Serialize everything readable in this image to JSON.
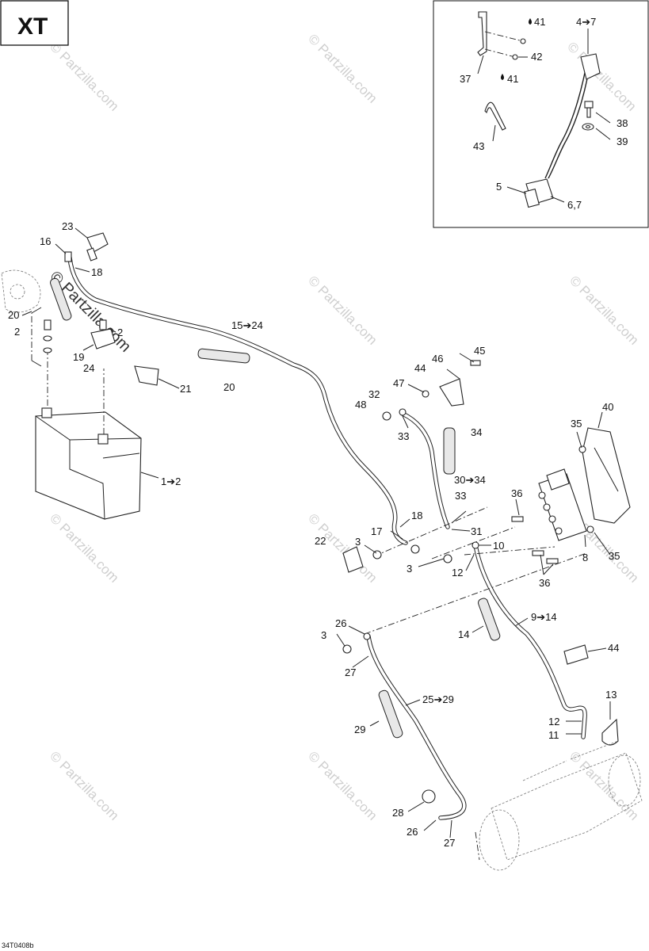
{
  "model_code": "XT",
  "drawing_ref": "34T0408b",
  "watermark": "© Partzilla.com",
  "inset_labels": {
    "l41a": "41",
    "l47": "4➔7",
    "l42": "42",
    "l37": "37",
    "l41b": "41",
    "l38": "38",
    "l39": "39",
    "l43": "43",
    "l5": "5",
    "l67": "6,7"
  },
  "labels": {
    "l23": "23",
    "l16": "16",
    "l18a": "18",
    "l20a": "20",
    "l2a": "2",
    "l2b": "2",
    "l19": "19",
    "l24": "24",
    "l1524": "15➔24",
    "l20b": "20",
    "l21": "21",
    "l12x": "1➔2",
    "l45": "45",
    "l46": "46",
    "l44a": "44",
    "l47b": "47",
    "l32": "32",
    "l48": "48",
    "l33a": "33",
    "l34": "34",
    "l40": "40",
    "l35a": "35",
    "l3034": "30➔34",
    "l36a": "36",
    "l33b": "33",
    "l18b": "18",
    "l17": "17",
    "l31": "31",
    "l22": "22",
    "l3a": "3",
    "l10": "10",
    "l3b": "3",
    "l12a": "12",
    "l8": "8",
    "l35b": "35",
    "l36b": "36",
    "l26a": "26",
    "l3c": "3",
    "l914": "9➔14",
    "l14": "14",
    "l44b": "44",
    "l27a": "27",
    "l2529": "25➔29",
    "l13": "13",
    "l29": "29",
    "l12b": "12",
    "l11": "11",
    "l28": "28",
    "l26b": "26",
    "l27b": "27"
  }
}
